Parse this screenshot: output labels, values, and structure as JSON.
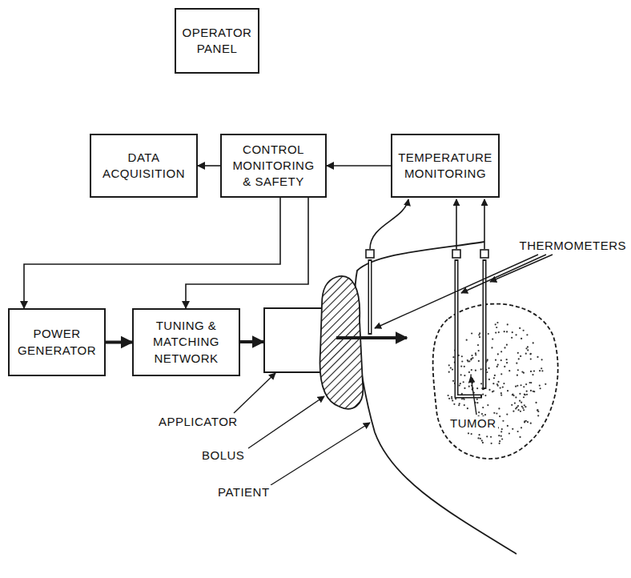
{
  "diagram": {
    "nodes": [
      {
        "text": [
          "OPERATOR PANEL"
        ]
      },
      {
        "text": [
          "DATA ACQUISITION"
        ]
      },
      {
        "text": [
          "CONTROL MONITORING & SAFETY"
        ]
      },
      {
        "text": [
          "TEMPERATURE MONITORING"
        ]
      },
      {
        "text": [
          "POWER GENERATOR"
        ]
      },
      {
        "text": [
          "TUNING & MATCHING NETWORK"
        ]
      }
    ],
    "edges": [
      {
        "from": 2,
        "to": 1,
        "arrow": "to"
      },
      {
        "from": 3,
        "to": 2,
        "arrow": "to"
      },
      {
        "from": 2,
        "to": 4,
        "arrow": "to"
      },
      {
        "from": 2,
        "to": 5,
        "arrow": "to"
      },
      {
        "from": 4,
        "to": 5,
        "arrow": "to"
      }
    ],
    "labels": [
      "THERMOMETERS",
      "APPLICATOR",
      "TUMOR",
      "BOLUS",
      "PATIENT"
    ]
  }
}
